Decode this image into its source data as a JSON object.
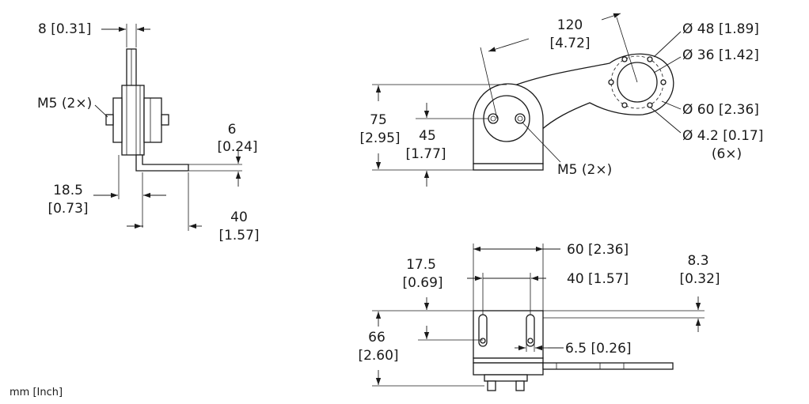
{
  "units_note": "mm [Inch]",
  "side_view": {
    "thickness": "8 [0.31]",
    "screw_label": "M5 (2×)",
    "flange_thickness_mm": "6",
    "flange_thickness_in": "[0.24]",
    "offset_mm": "18.5",
    "offset_in": "[0.73]",
    "flange_length_mm": "40",
    "flange_length_in": "[1.57]"
  },
  "front_view": {
    "arm_length_mm": "120",
    "arm_length_in": "[4.72]",
    "diameter_48": "Ø 48 [1.89]",
    "diameter_36": "Ø 36 [1.42]",
    "diameter_60": "Ø 60 [2.36]",
    "hole_diameter": "Ø 4.2 [0.17]",
    "hole_count": "(6×)",
    "height_mm": "75",
    "height_in": "[2.95]",
    "hole_height_mm": "45",
    "hole_height_in": "[1.77]",
    "screw_label": "M5 (2×)"
  },
  "bottom_view": {
    "width": "60 [2.36]",
    "slot_spacing": "40 [1.57]",
    "slot_offset_mm": "17.5",
    "slot_offset_in": "[0.69]",
    "plate_thickness_mm": "8.3",
    "plate_thickness_in": "[0.32]",
    "height_mm": "66",
    "height_in": "[2.60]",
    "slot_width": "6.5 [0.26]"
  }
}
